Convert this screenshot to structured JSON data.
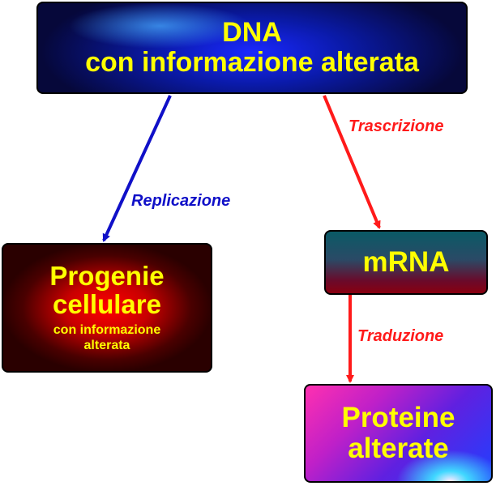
{
  "nodes": {
    "dna": {
      "line1": "DNA",
      "line2": "con informazione alterata"
    },
    "progeny": {
      "line1": "Progenie",
      "line2": "cellulare",
      "sub1": "con informazione",
      "sub2": "alterata"
    },
    "mrna": {
      "label": "mRNA"
    },
    "proteins": {
      "line1": "Proteine",
      "line2": "alterate"
    }
  },
  "edges": {
    "replication": {
      "label": "Replicazione",
      "color": "#1010c8"
    },
    "transcription": {
      "label": "Trascrizione",
      "color": "#ff1a1a"
    },
    "translation": {
      "label": "Traduzione",
      "color": "#ff1a1a"
    }
  },
  "colors": {
    "node_text": "#ffff00"
  }
}
